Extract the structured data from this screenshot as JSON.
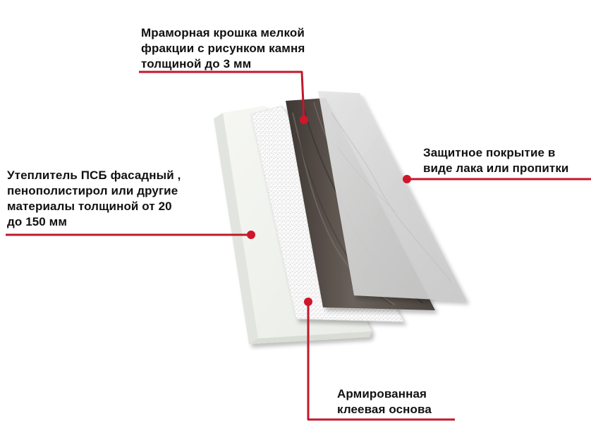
{
  "colors": {
    "leader_line": "#c0192c",
    "marker_dot": "#d0162c",
    "insulation_face": "#f1f3ee",
    "adhesive_face": "#ffffff",
    "marble_face": "#5a514b",
    "coating_face": "#d8d8d8"
  },
  "layers": {
    "marble": {
      "lines": [
        "Мраморная крошка мелкой",
        "фракции с рисунком камня",
        "толщиной до 3 мм"
      ]
    },
    "coating": {
      "lines": [
        "Защитное покрытие в",
        "виде лака или пропитки"
      ]
    },
    "insulation": {
      "lines": [
        "Утеплитель ПСБ фасадный ,",
        "пенополистирол или другие",
        "материалы толщиной от 20",
        "до 150 мм"
      ]
    },
    "base": {
      "lines": [
        "Армированная",
        "клеевая основа"
      ]
    }
  }
}
